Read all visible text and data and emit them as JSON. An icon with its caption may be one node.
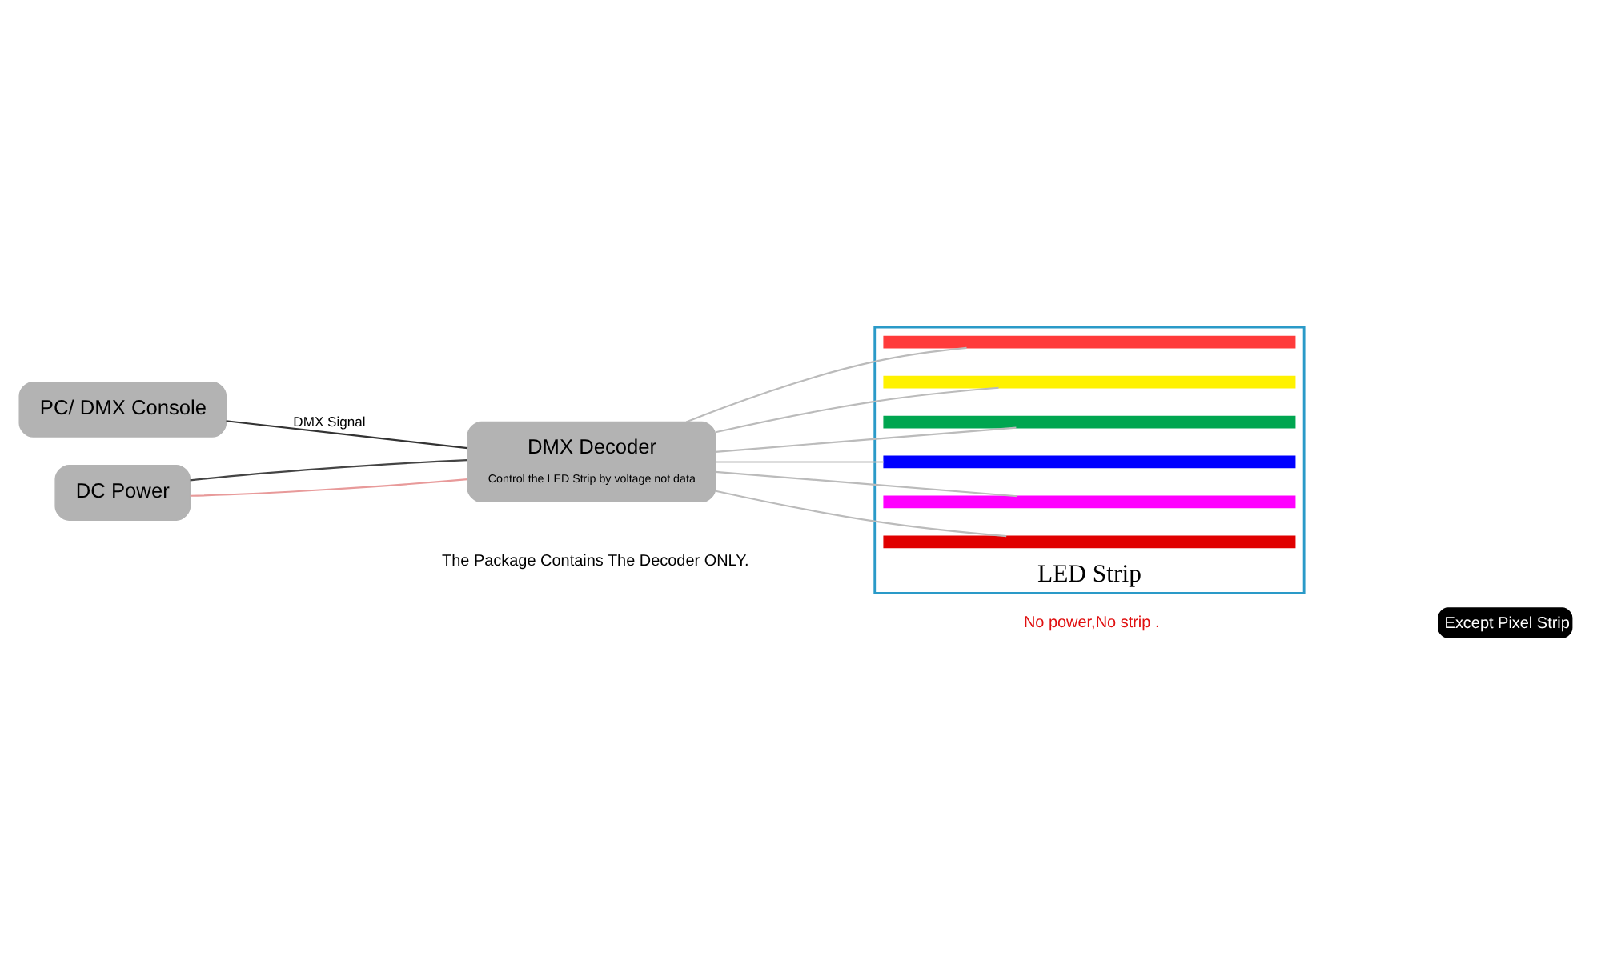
{
  "diagram": {
    "nodes": [
      {
        "text": [
          "PC/ DMX Console"
        ]
      },
      {
        "text": [
          "DMX Decoder",
          "Control the LED Strip by voltage not data"
        ]
      },
      {
        "text": [
          "DC Power"
        ]
      },
      {
        "text": [
          "LED Strip"
        ]
      },
      {
        "text": [],
        "shape": "bar",
        "in": 3
      },
      {
        "text": [],
        "shape": "bar",
        "in": 3
      },
      {
        "text": [],
        "shape": "bar",
        "in": 3
      },
      {
        "text": [],
        "shape": "bar",
        "in": 3
      },
      {
        "text": [],
        "shape": "bar",
        "in": 3
      },
      {
        "text": [],
        "shape": "bar",
        "in": 3
      }
    ],
    "edges": [
      {
        "from": 0,
        "to": 1,
        "arrow": "none",
        "label": "DMX Signal",
        "color": "#333333"
      },
      {
        "from": 2,
        "to": 1,
        "arrow": "none",
        "color": "#e89a9a"
      },
      {
        "from": 2,
        "to": 1,
        "arrow": "none",
        "color": "#444444"
      },
      {
        "from": 1,
        "to": 4,
        "arrow": "none"
      },
      {
        "from": 1,
        "to": 5,
        "arrow": "none"
      },
      {
        "from": 1,
        "to": 6,
        "arrow": "none"
      },
      {
        "from": 1,
        "to": 7,
        "arrow": "none"
      },
      {
        "from": 1,
        "to": 8,
        "arrow": "none"
      },
      {
        "from": 1,
        "to": 9,
        "arrow": "none"
      }
    ],
    "labels": [
      "The Package Contains The Decoder ONLY.",
      "No power,No strip .",
      "Except Pixel Strip"
    ]
  }
}
